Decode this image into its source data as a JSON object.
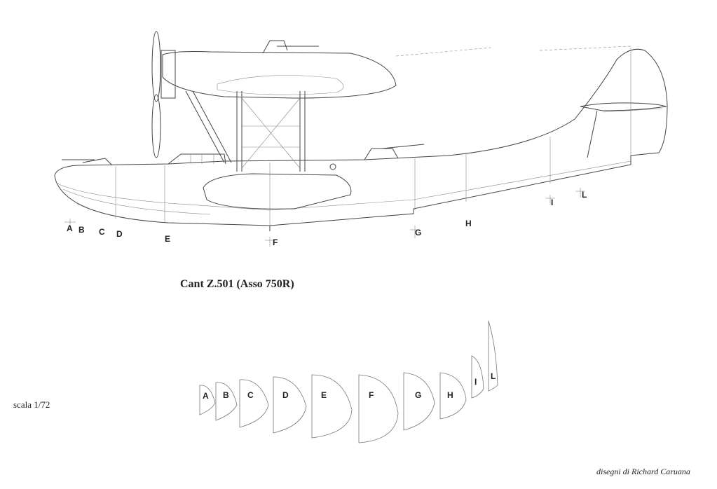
{
  "drawing": {
    "title": "Cant Z.501 (Asso 750R)",
    "scale": "scala 1/72",
    "credit": "disegni di Richard Caruana"
  },
  "station_labels": [
    "A",
    "B",
    "C",
    "D",
    "E",
    "F",
    "G",
    "H",
    "I",
    "L"
  ],
  "section_labels": [
    "A",
    "B",
    "C",
    "D",
    "E",
    "F",
    "G",
    "H",
    "I",
    "L"
  ]
}
